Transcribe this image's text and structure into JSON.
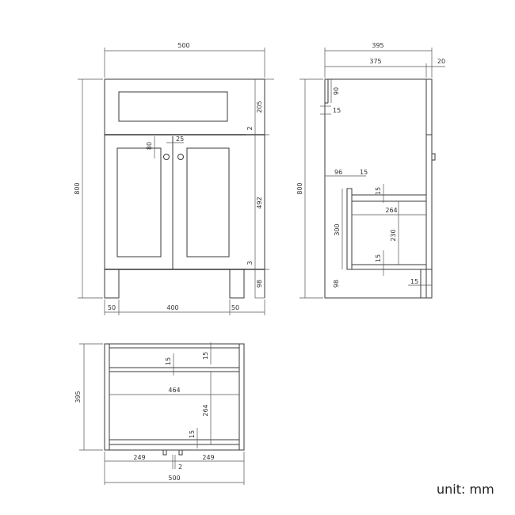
{
  "unit_label": "unit: mm",
  "front_view": {
    "width_total": "500",
    "height_total": "800",
    "drawer_height": "205",
    "gap": "2",
    "handle_height": "80",
    "handle_offset": "25",
    "door_height": "492",
    "base_gap": "3",
    "plinth_height": "98",
    "side_left": "50",
    "inner_width": "400",
    "side_right": "50"
  },
  "side_view": {
    "depth_total": "395",
    "depth_body": "375",
    "door_thickness": "20",
    "top_rail": "90",
    "rail_thickness": "15",
    "height_total": "800",
    "back_offset": "96",
    "back_thickness": "15",
    "shelf_thickness": "15",
    "inner_depth": "264",
    "back_panel_height": "300",
    "inner_height": "230",
    "bottom_thickness": "15",
    "plinth_height": "98",
    "plinth_thickness": "15"
  },
  "top_view": {
    "depth_total": "395",
    "back_thickness": "15",
    "rail_thickness": "15",
    "inner_width": "464",
    "inner_depth": "264",
    "front_thickness": "15",
    "door_left": "249",
    "door_right": "249",
    "door_gap": "2",
    "width_total": "500"
  }
}
